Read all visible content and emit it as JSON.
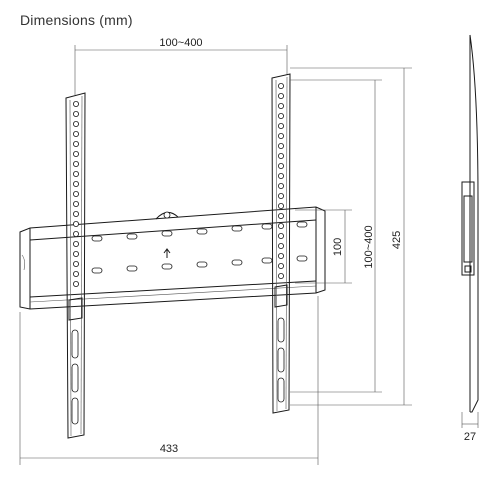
{
  "title": "Dimensions (mm)",
  "dimensions": {
    "vesa_horizontal": "100~400",
    "height_total": "425",
    "vesa_vertical": "100~400",
    "hole_spacing": "100",
    "width_total": "433",
    "depth": "27"
  }
}
